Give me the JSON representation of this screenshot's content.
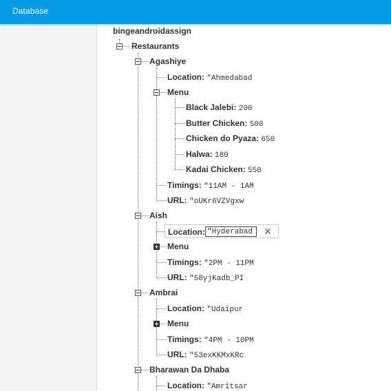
{
  "appbar": {
    "title": "Database"
  },
  "tree": {
    "root": "bingeandroidassign",
    "restaurants_label": "Restaurants",
    "agashiye": {
      "name": "Agashiye",
      "location_key": "Location:",
      "location_val": "\"Ahmedabad",
      "menu_key": "Menu",
      "menu_items": [
        {
          "key": "Black Jalebi:",
          "val": "200"
        },
        {
          "key": "Butter Chicken:",
          "val": "500"
        },
        {
          "key": "Chicken do Pyaza:",
          "val": "650"
        },
        {
          "key": "Halwa:",
          "val": "180"
        },
        {
          "key": "Kadai Chicken:",
          "val": "550"
        }
      ],
      "timings_key": "Timings:",
      "timings_val": "\"11AM - 1AM",
      "url_key": "URL:",
      "url_val": "\"oUKr6VZVgxw"
    },
    "aish": {
      "name": "Aish",
      "location_key": "Location:",
      "location_val": "\"Hyderabad",
      "menu_key": "Menu",
      "timings_key": "Timings:",
      "timings_val": "\"2PM - 11PM",
      "url_key": "URL:",
      "url_val": "\"58yjKadb_PI",
      "close_symbol": "✕"
    },
    "ambrai": {
      "name": "Ambrai",
      "location_key": "Location:",
      "location_val": "\"Udaipur",
      "menu_key": "Menu",
      "timings_key": "Timings:",
      "timings_val": "\"4PM - 10PM",
      "url_key": "URL:",
      "url_val": "\"53exKKMxKRc"
    },
    "bharawan": {
      "name": "Bharawan Da Dhaba",
      "location_key": "Location:",
      "location_val": "\"Amritsar"
    }
  }
}
